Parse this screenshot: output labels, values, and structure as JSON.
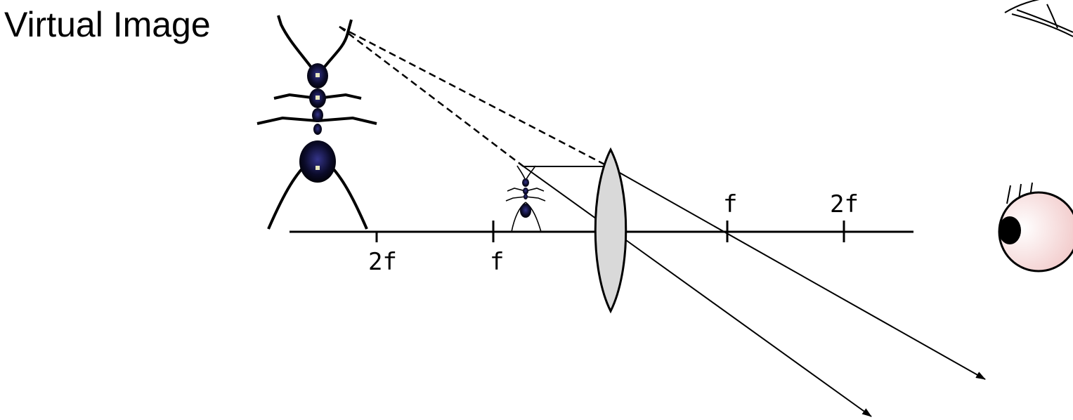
{
  "title": "Virtual Image",
  "axis_labels": {
    "left_2f": "2f",
    "left_f": "f",
    "right_f": "f",
    "right_2f": "2f"
  },
  "colors": {
    "line": "#000000",
    "lens_fill": "#d9d9d9",
    "ant_body": "#0a0a24",
    "ant_highlight": "#2b2b7a",
    "eye_skin_light": "#ffffff",
    "eye_skin_dark": "#f0c8c8",
    "pupil": "#000000"
  },
  "icons": {
    "object": "ant-icon",
    "image": "magnified-ant-icon",
    "viewer": "eye-icon"
  }
}
